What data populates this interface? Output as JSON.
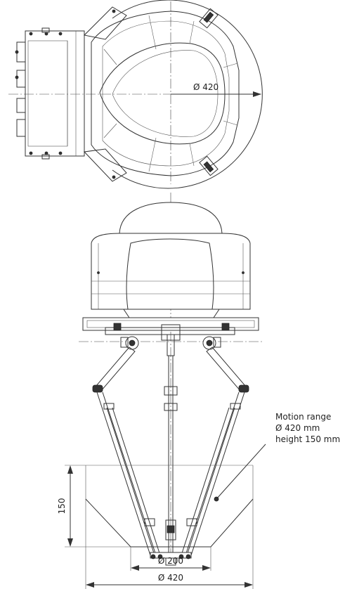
{
  "top_view": {
    "diameter_label": "Ø 420"
  },
  "annotation": {
    "line1": "Motion range",
    "line2": "Ø 420 mm",
    "line3": "height 150 mm"
  },
  "dimensions": {
    "height_label": "150",
    "inner_diameter_label": "Ø 200",
    "outer_diameter_label": "Ø 420"
  }
}
